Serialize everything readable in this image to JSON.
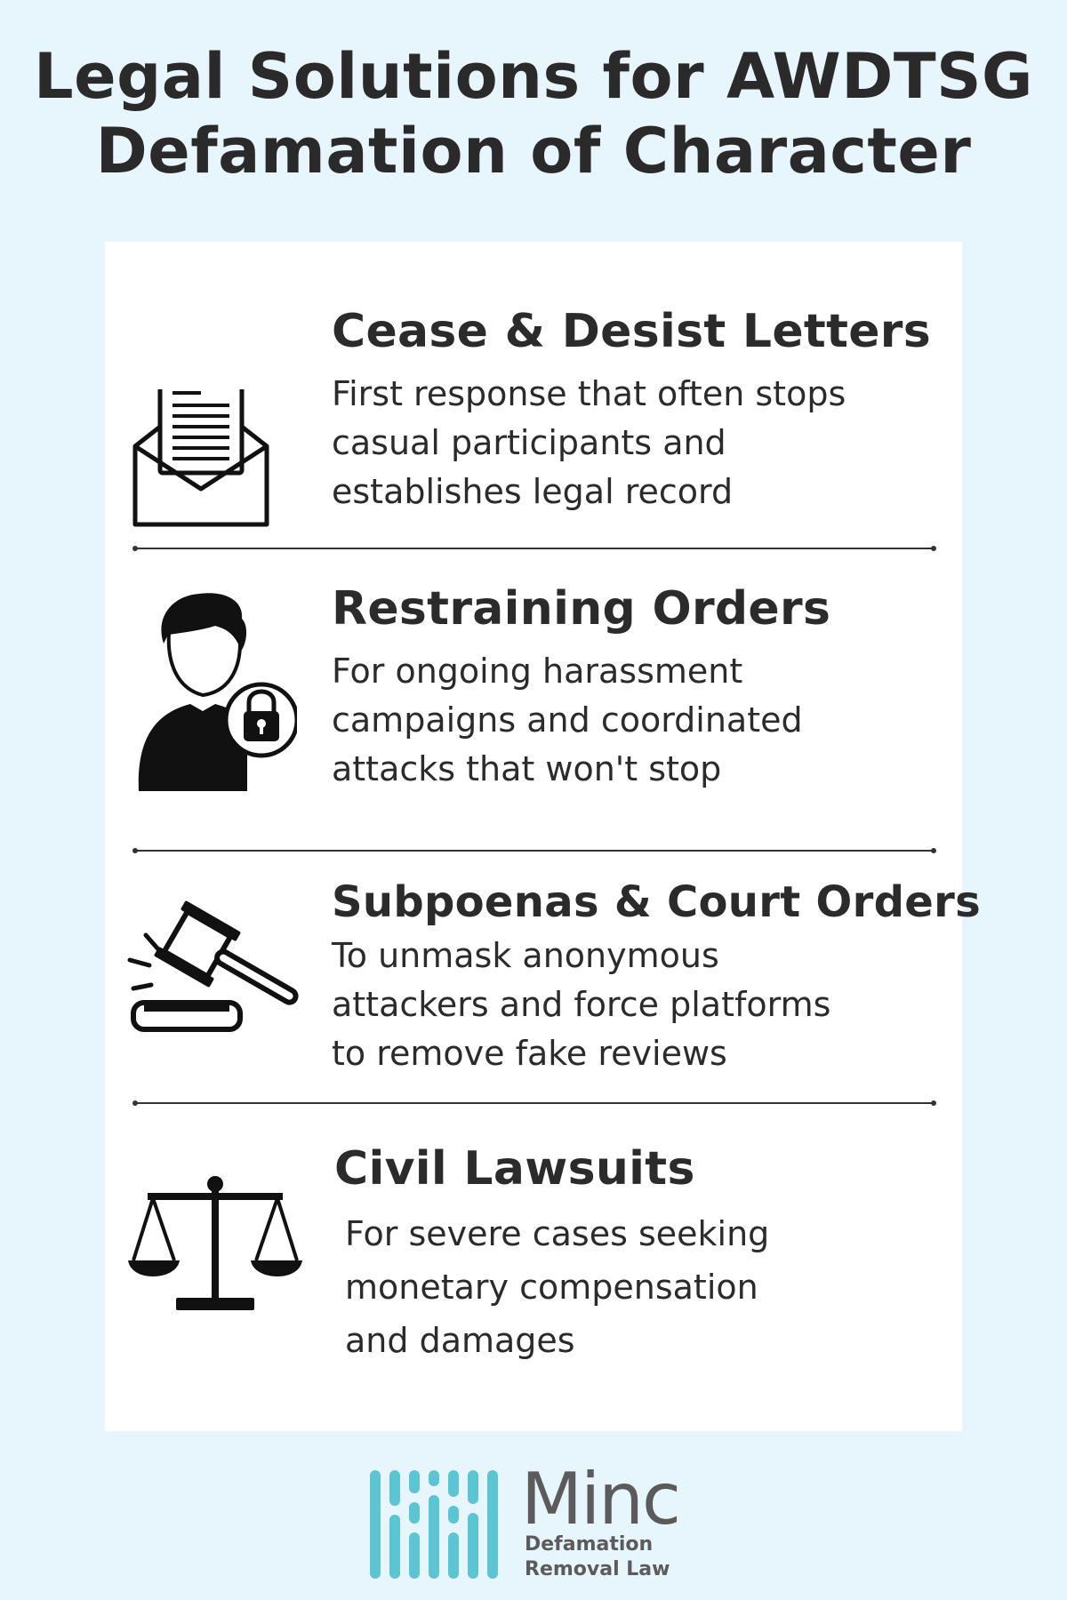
{
  "title": {
    "line1": "Legal Solutions for AWDTSG",
    "line2": "Defamation of Character"
  },
  "items": [
    {
      "heading": "Cease & Desist Letters",
      "lines": [
        "First response that often stops",
        "casual participants and",
        "establishes legal record"
      ],
      "icon": "envelope-letter-icon"
    },
    {
      "heading": "Restraining Orders",
      "lines": [
        "For ongoing harassment",
        "campaigns and coordinated",
        "attacks that won't stop"
      ],
      "icon": "person-lock-icon"
    },
    {
      "heading": "Subpoenas & Court Orders",
      "lines": [
        "To unmask anonymous",
        "attackers and force platforms",
        "to remove fake reviews"
      ],
      "icon": "gavel-icon"
    },
    {
      "heading": "Civil Lawsuits",
      "lines": [
        "For severe cases seeking",
        "monetary compensation",
        "and damages"
      ],
      "icon": "scales-icon"
    }
  ],
  "logo": {
    "name": "Minc",
    "sub1": "Defamation",
    "sub2": "Removal Law"
  },
  "colors": {
    "background": "#e7f5fd",
    "card": "#ffffff",
    "text": "#2b2b2b",
    "logo_accent": "#5bc6d3",
    "logo_text": "#5b5b5b"
  }
}
